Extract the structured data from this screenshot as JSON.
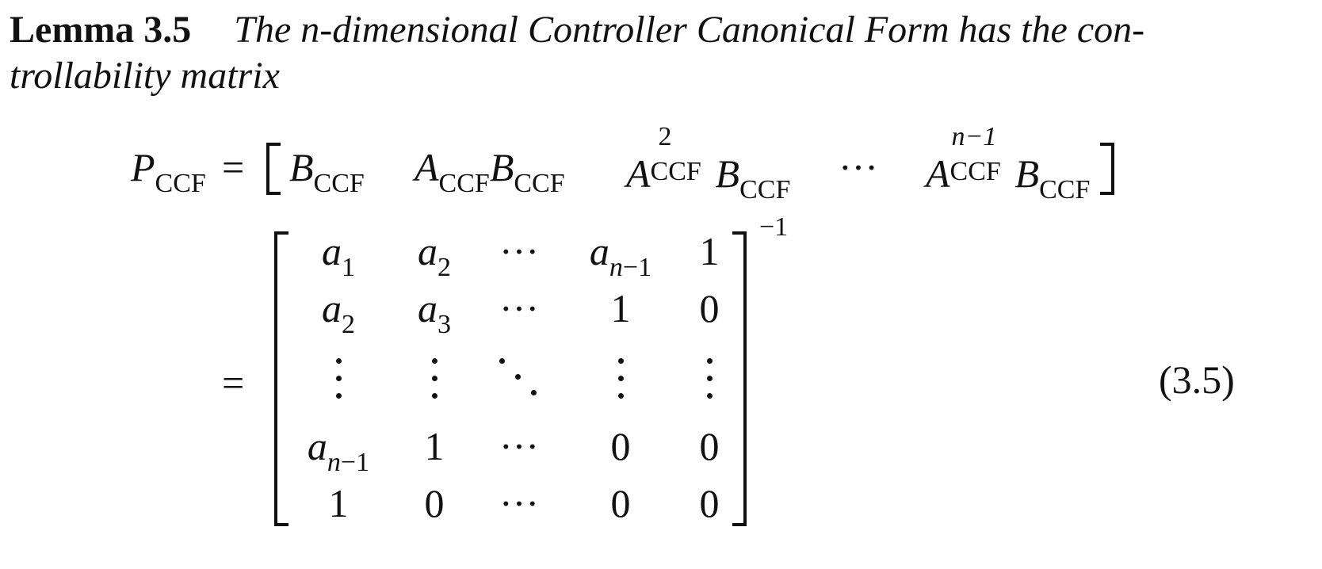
{
  "lemma": {
    "label": "Lemma 3.5",
    "statement_line1": "The n-dimensional Controller Canonical Form has the con-",
    "statement_line2": "trollability matrix"
  },
  "equation": {
    "lhs_symbol": "P",
    "lhs_subscript": "CCF",
    "equals": "=",
    "terms": [
      {
        "parts": [
          "B",
          "CCF"
        ]
      },
      {
        "parts": [
          "A",
          "CCF",
          "B",
          "CCF"
        ]
      },
      {
        "parts": [
          "A",
          "2",
          "CCF",
          "B",
          "CCF"
        ]
      },
      {
        "parts": [
          "···"
        ]
      },
      {
        "parts": [
          "A",
          "n−1",
          "CCF",
          "B",
          "CCF"
        ]
      }
    ],
    "inverse_exponent": "−1",
    "matrix": [
      [
        "a1",
        "a2",
        "···",
        "an−1",
        "1"
      ],
      [
        "a2",
        "a3",
        "···",
        "1",
        "0"
      ],
      [
        "⋮",
        "⋮",
        "⋱",
        "⋮",
        "⋮"
      ],
      [
        "an−1",
        "1",
        "···",
        "0",
        "0"
      ],
      [
        "1",
        "0",
        "···",
        "0",
        "0"
      ]
    ],
    "number": "(3.5)"
  }
}
